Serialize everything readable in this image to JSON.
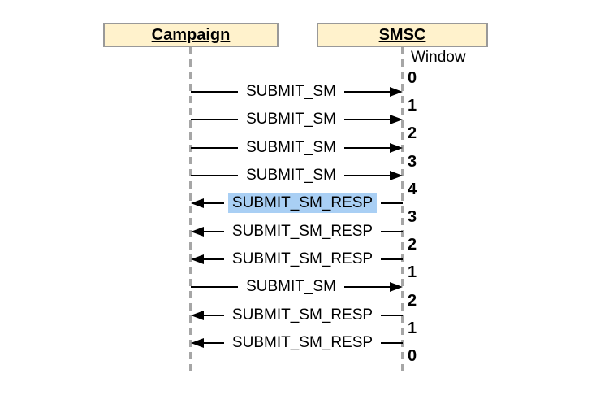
{
  "diagram": {
    "actors": {
      "left": {
        "label": "Campaign"
      },
      "right": {
        "label": "SMSC"
      }
    },
    "window_label": "Window",
    "window_counts": [
      "0",
      "1",
      "2",
      "3",
      "4",
      "3",
      "2",
      "1",
      "2",
      "1",
      "0"
    ],
    "messages": [
      {
        "label": "SUBMIT_SM",
        "direction": "right",
        "highlighted": false
      },
      {
        "label": "SUBMIT_SM",
        "direction": "right",
        "highlighted": false
      },
      {
        "label": "SUBMIT_SM",
        "direction": "right",
        "highlighted": false
      },
      {
        "label": "SUBMIT_SM",
        "direction": "right",
        "highlighted": false
      },
      {
        "label": "SUBMIT_SM_RESP",
        "direction": "left",
        "highlighted": true
      },
      {
        "label": "SUBMIT_SM_RESP",
        "direction": "left",
        "highlighted": false
      },
      {
        "label": "SUBMIT_SM_RESP",
        "direction": "left",
        "highlighted": false
      },
      {
        "label": "SUBMIT_SM",
        "direction": "right",
        "highlighted": false
      },
      {
        "label": "SUBMIT_SM_RESP",
        "direction": "left",
        "highlighted": false
      },
      {
        "label": "SUBMIT_SM_RESP",
        "direction": "left",
        "highlighted": false
      }
    ],
    "colors": {
      "actor_fill": "#FFF2CC",
      "actor_border": "#999999",
      "lifeline": "#A6A6A6",
      "arrow": "#000000",
      "highlight": "#A9CFF4"
    }
  }
}
